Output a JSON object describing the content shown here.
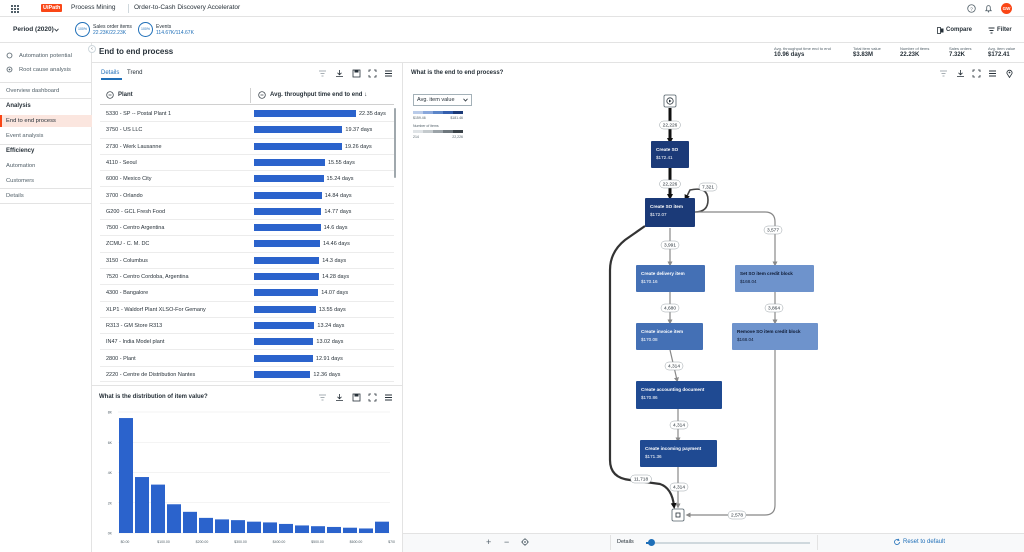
{
  "topbar": {
    "logo": "UiPath",
    "product": "Process Mining",
    "app_title": "Order-to-Cash Discovery Accelerator",
    "avatar_initials": "GW"
  },
  "periodbar": {
    "period": "Period (2020)",
    "kpis": [
      {
        "ring": "100%",
        "label": "Sales order items",
        "value": "22.23K/22.23K"
      },
      {
        "ring": "100%",
        "label": "Events",
        "value": "114.67K/114.67K"
      }
    ],
    "compare": "Compare",
    "filter": "Filter"
  },
  "sidebar": {
    "top_items": [
      "Automation potential",
      "Root cause analysis"
    ],
    "overview": "Overview dashboard",
    "analysis_header": "Analysis",
    "analysis_items": [
      "End to end process",
      "Event analysis"
    ],
    "efficiency_header": "Efficiency",
    "efficiency_items": [
      "Automation",
      "Customers"
    ],
    "details": "Details"
  },
  "header": {
    "title": "End to end process",
    "kpis": [
      {
        "label": "Avg. throughput time end to end",
        "value": "10.96 days"
      },
      {
        "label": "Total item value",
        "value": "$3.83M"
      },
      {
        "label": "Number of items",
        "value": "22.23K"
      },
      {
        "label": "Sales orders",
        "value": "7.32K"
      },
      {
        "label": "Avg. item value",
        "value": "$172.41"
      }
    ]
  },
  "table": {
    "tabs": [
      "Details",
      "Trend"
    ],
    "col_plant": "Plant",
    "col_avg": "Avg. throughput time end to end",
    "max_value": 22.35,
    "rows": [
      {
        "plant": "5330 - SP -- Postal Plant 1",
        "value": 22.35,
        "label": "22.35 days"
      },
      {
        "plant": "3750 - US LLC",
        "value": 19.37,
        "label": "19.37 days"
      },
      {
        "plant": "2730 - Werk Lausanne",
        "value": 19.26,
        "label": "19.26 days"
      },
      {
        "plant": "4110 - Seoul",
        "value": 15.55,
        "label": "15.55 days"
      },
      {
        "plant": "6000 - Mexico City",
        "value": 15.24,
        "label": "15.24 days"
      },
      {
        "plant": "3700 - Orlando",
        "value": 14.84,
        "label": "14.84 days"
      },
      {
        "plant": "G200 - GCL Fresh Food",
        "value": 14.77,
        "label": "14.77 days"
      },
      {
        "plant": "7500 - Centro Argentina",
        "value": 14.6,
        "label": "14.6 days"
      },
      {
        "plant": "ZCMU - C. M. DC",
        "value": 14.46,
        "label": "14.46 days"
      },
      {
        "plant": "3150 - Columbus",
        "value": 14.3,
        "label": "14.3 days"
      },
      {
        "plant": "7520 - Centro Cordoba, Argentina",
        "value": 14.28,
        "label": "14.28 days"
      },
      {
        "plant": "4300 - Bangalore",
        "value": 14.07,
        "label": "14.07 days"
      },
      {
        "plant": "XLP1 - Waldorf Plant XLSO-For Gemany",
        "value": 13.55,
        "label": "13.55 days"
      },
      {
        "plant": "R313 - GM Store R313",
        "value": 13.24,
        "label": "13.24 days"
      },
      {
        "plant": "IN47 - India Model plant",
        "value": 13.02,
        "label": "13.02 days"
      },
      {
        "plant": "2800 - Plant",
        "value": 12.91,
        "label": "12.91 days"
      },
      {
        "plant": "2220 - Centre de Distribution Nantes",
        "value": 12.36,
        "label": "12.36 days"
      }
    ]
  },
  "distribution": {
    "title": "What is the distribution of item value?",
    "chart_data": {
      "type": "bar",
      "values": [
        7.6,
        3.7,
        3.2,
        1.9,
        1.4,
        1.0,
        0.9,
        0.85,
        0.75,
        0.7,
        0.6,
        0.5,
        0.45,
        0.4,
        0.35,
        0.3,
        0.75
      ],
      "ylim": [
        0,
        8
      ],
      "yticks": [
        "8K",
        "6K",
        "4K",
        "2K",
        "0K"
      ],
      "xticks": [
        "$0.00",
        "$100.00",
        "$200.00",
        "$300.00",
        "$400.00",
        "$500.00",
        "$600.00",
        "$700.00"
      ]
    }
  },
  "process": {
    "title": "What is the end to end process?",
    "dropdown": "Avg. item value",
    "legend_value_min": "$159.46",
    "legend_value_max": "$181.46",
    "legend_items_label": "Number of items",
    "legend_items_min": "214",
    "legend_items_max": "22,226",
    "nodes": [
      {
        "label": "Create SO",
        "value": "$172.41"
      },
      {
        "label": "Create SO item",
        "value": "$172.07"
      },
      {
        "label": "Create delivery item",
        "value": "$170.16"
      },
      {
        "label": "Set SO item credit block",
        "value": "$168.04"
      },
      {
        "label": "Create invoice item",
        "value": "$170.08"
      },
      {
        "label": "Remove SO item credit block",
        "value": "$168.04"
      },
      {
        "label": "Create accounting document",
        "value": "$170.86"
      },
      {
        "label": "Create incoming payment",
        "value": "$171.36"
      }
    ],
    "edges": [
      "22,226",
      "22,226",
      "7,321",
      "3,991",
      "3,577",
      "4,680",
      "3,864",
      "4,314",
      "4,314",
      "4,314",
      "11,718",
      "2,578"
    ]
  },
  "bottombar": {
    "details": "Details",
    "reset": "Reset to default",
    "detail_level": 0.03
  },
  "colors": {
    "accent": "#fa4616",
    "link": "#1f6fb8",
    "bar": "#2b63cc",
    "node_dark": "#1b3a78",
    "node_light": "#6e93cc"
  }
}
